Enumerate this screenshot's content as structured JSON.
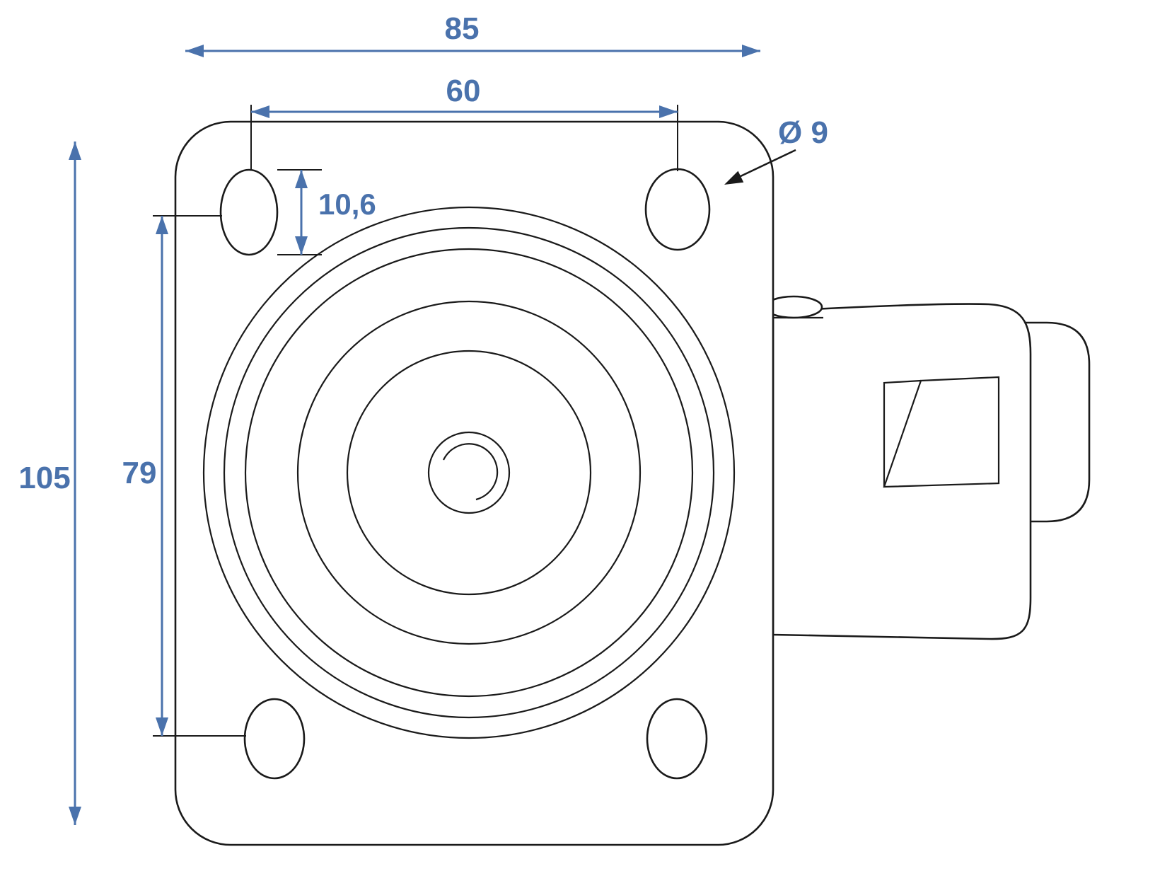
{
  "drawing": {
    "title": "Caster swivel top-plate technical dimension drawing",
    "dimensions": {
      "plate_width": {
        "label": "85"
      },
      "hole_spacing_horizontal": {
        "label": "60"
      },
      "hole_diameter": {
        "label": "Ø 9"
      },
      "hole_slot_height": {
        "label": "10,6"
      },
      "plate_height": {
        "label": "105"
      },
      "hole_spacing_vertical": {
        "label": "79"
      }
    },
    "colors": {
      "dimension": "#4a72ac",
      "line": "#1a1a1a",
      "background": "#ffffff"
    }
  }
}
